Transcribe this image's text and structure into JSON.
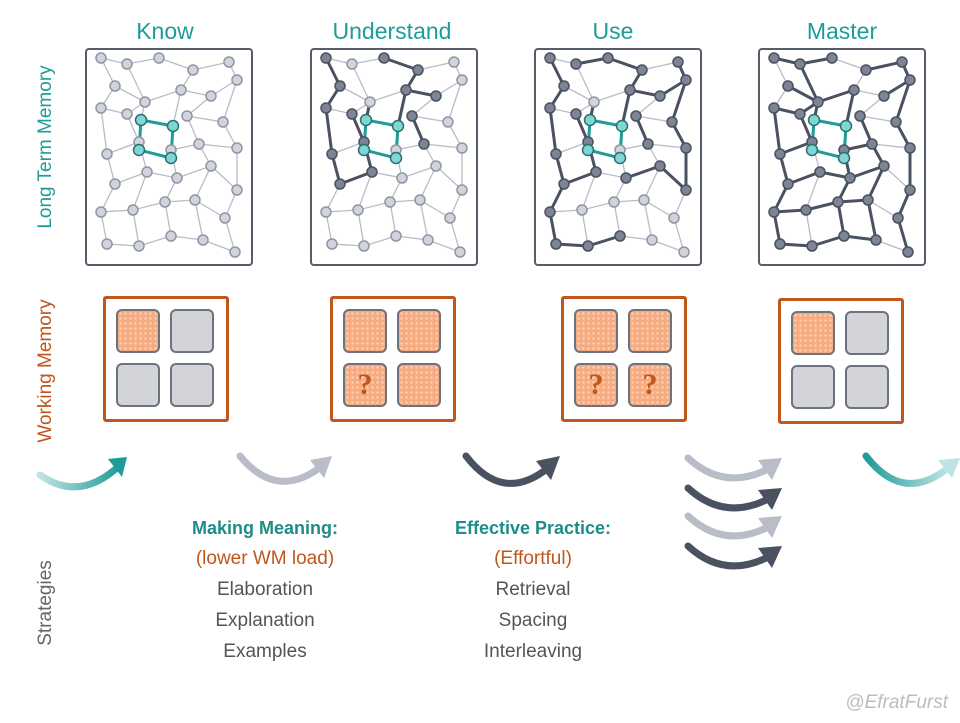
{
  "stages": [
    {
      "title": "Know",
      "wm": [
        "filled",
        "empty",
        "empty",
        "empty"
      ],
      "dark_level": 0
    },
    {
      "title": "Understand",
      "wm": [
        "filled",
        "filled",
        "question",
        "filled"
      ],
      "dark_level": 1
    },
    {
      "title": "Use",
      "wm": [
        "filled",
        "filled",
        "question",
        "question"
      ],
      "dark_level": 2
    },
    {
      "title": "Master",
      "wm": [
        "filled",
        "empty",
        "empty",
        "empty"
      ],
      "dark_level": 3
    }
  ],
  "labels": {
    "ltm": "Long Term Memory",
    "wm": "Working Memory",
    "strategies": "Strategies"
  },
  "question_mark": "?",
  "strategies": [
    {
      "heading": "Making Meaning:",
      "subheading": "(lower WM load)",
      "items": [
        "Elaboration",
        "Explanation",
        "Examples"
      ]
    },
    {
      "heading": "Effective Practice:",
      "subheading": "(Effortful)",
      "items": [
        "Retrieval",
        "Spacing",
        "Interleaving"
      ]
    }
  ],
  "credit": "@EfratFurst",
  "colors": {
    "teal": "#1e9c9a",
    "orange": "#c0561a",
    "dark": "#4a5262",
    "light": "#a9adb8",
    "wm_fill": "#f6ab80",
    "node": "#d2d4dc"
  }
}
